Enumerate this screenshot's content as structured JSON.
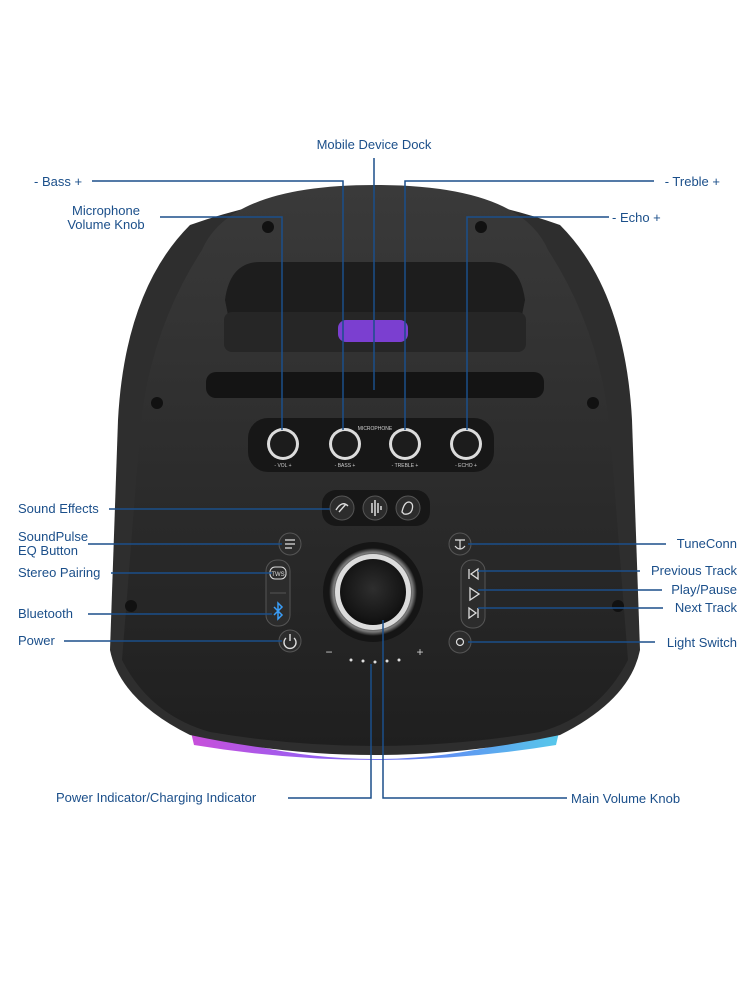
{
  "labels": {
    "mobile_dock": "Mobile Device Dock",
    "bass": "- Bass +",
    "treble": "- Treble +",
    "mic_line1": "Microphone",
    "mic_line2": "Volume Knob",
    "echo": "- Echo +",
    "sound_effects": "Sound Effects",
    "soundpulse_line1": "SoundPulse",
    "soundpulse_line2": "EQ Button",
    "stereo_pairing": "Stereo Pairing",
    "bluetooth": "Bluetooth",
    "power": "Power",
    "tuneconn": "TuneConn",
    "previous_track": "Previous Track",
    "play_pause": "Play/Pause",
    "next_track": "Next Track",
    "light_switch": "Light Switch",
    "power_indicator": "Power Indicator/Charging Indicator",
    "main_volume": "Main Volume Knob"
  },
  "device": {
    "knob_group_label": "MICROPHONE",
    "knob_vol": "- VOL +",
    "knob_bass": "- BASS +",
    "knob_treble": "- TREBLE +",
    "knob_echo": "- ECHO +",
    "volume_minus": "−",
    "volume_plus": "+",
    "tws_text": "TWS"
  },
  "colors": {
    "label": "#1b4f8a",
    "body": "#2b2b2b",
    "dock_glow": "#7b3fd0"
  }
}
